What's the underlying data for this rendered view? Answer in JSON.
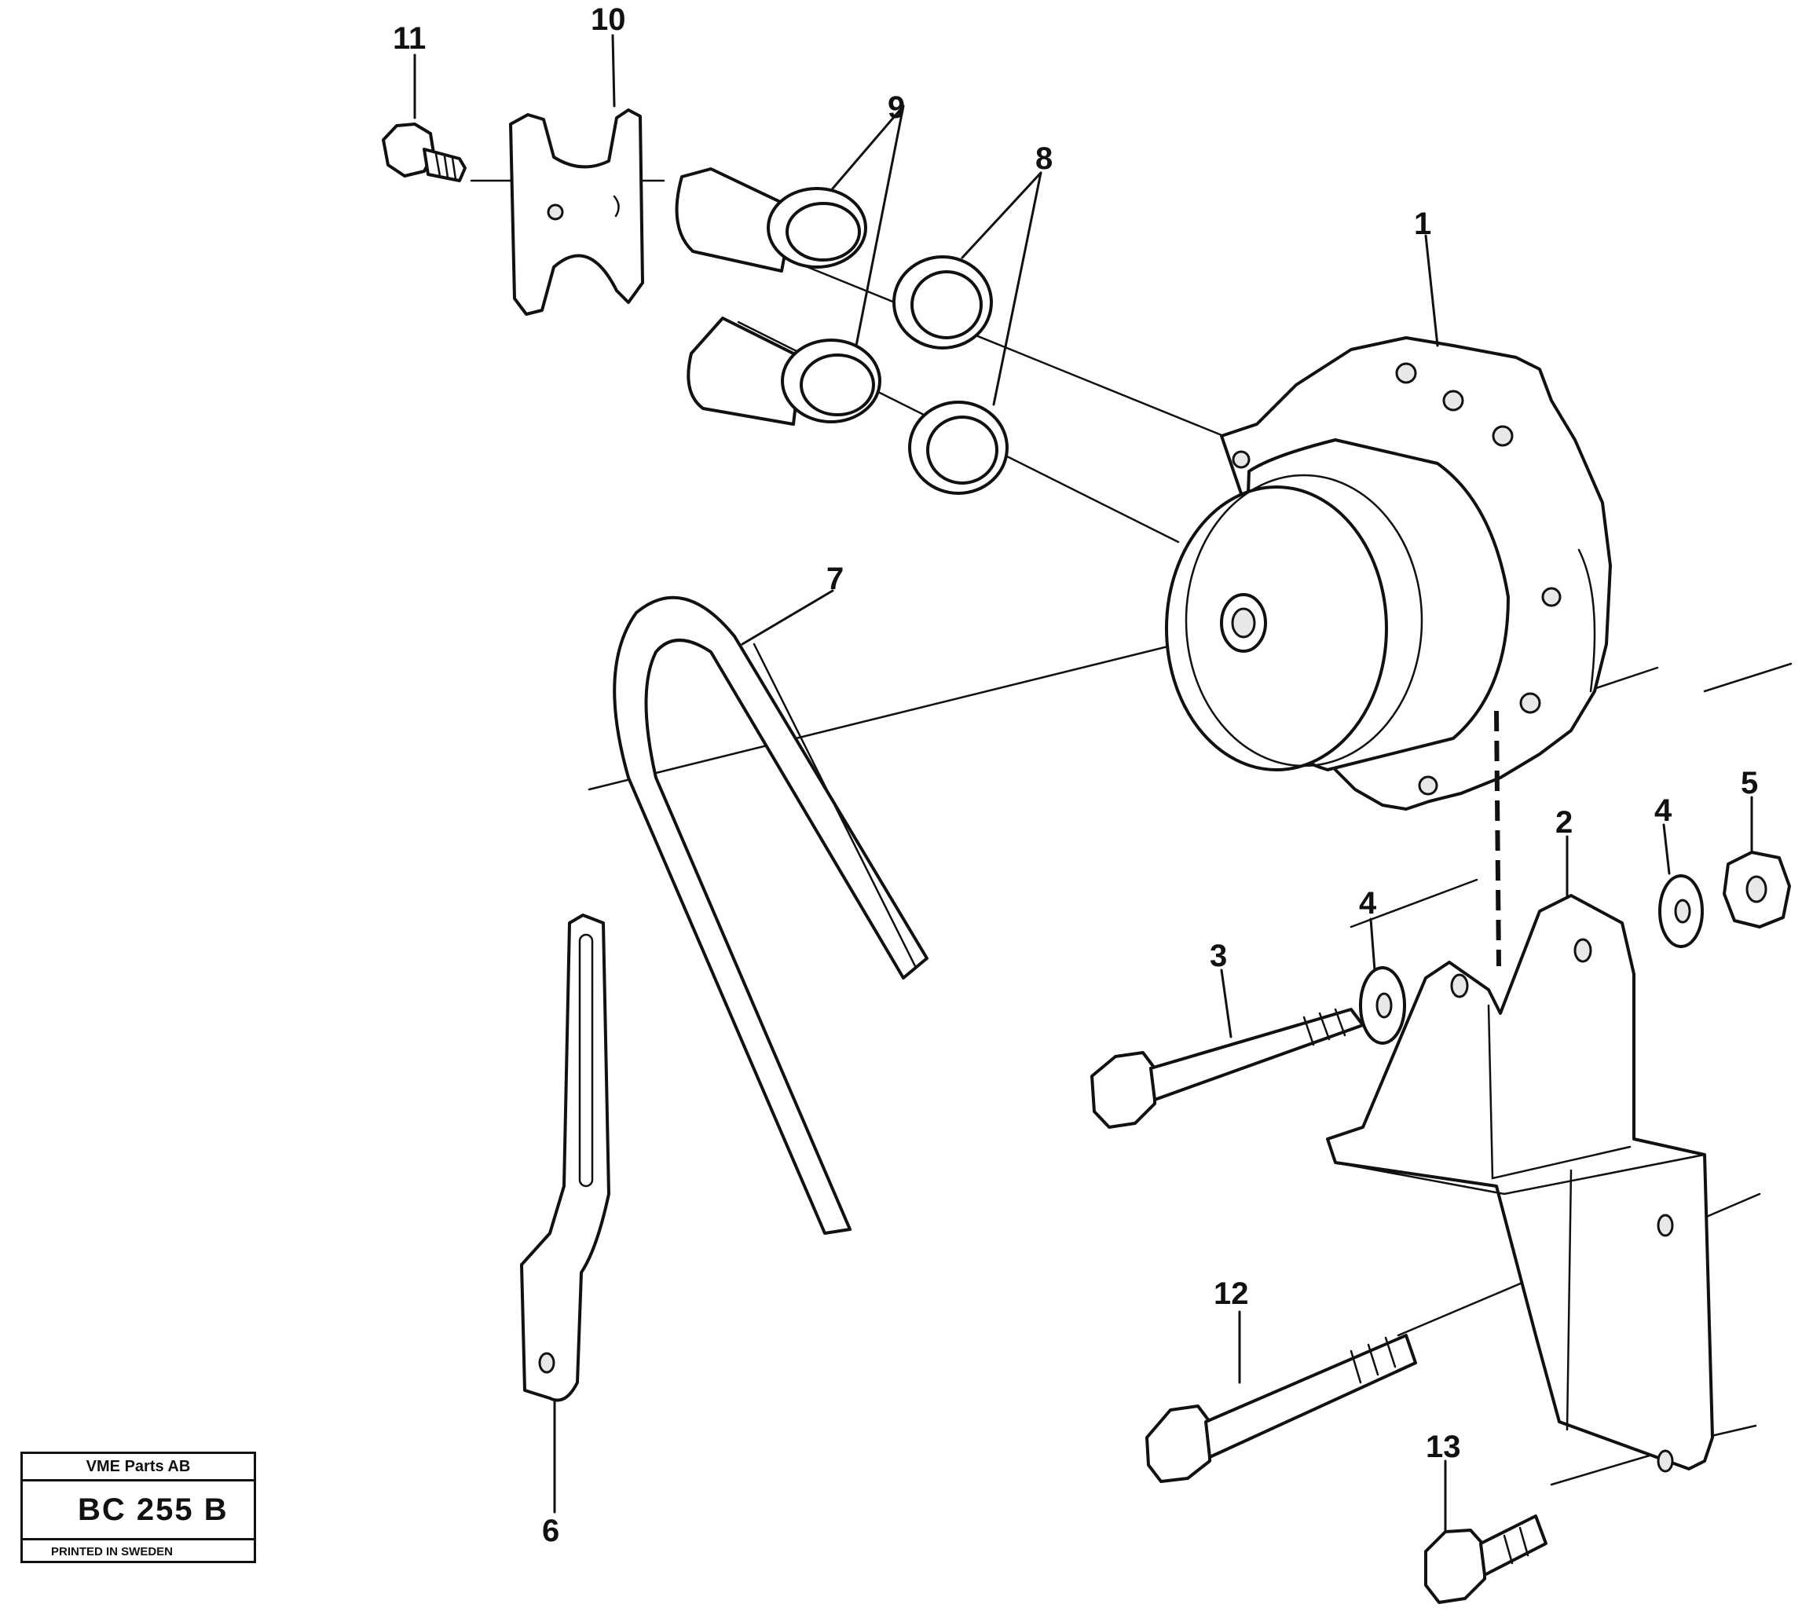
{
  "callouts": {
    "c1": "1",
    "c2": "2",
    "c3": "3",
    "c4a": "4",
    "c4b": "4",
    "c5": "5",
    "c6": "6",
    "c7": "7",
    "c8": "8",
    "c9": "9",
    "c10": "10",
    "c11": "11",
    "c12": "12",
    "c13": "13"
  },
  "stamp": {
    "company": "VME Parts AB",
    "code": "BC 255 B",
    "printed": "PRINTED IN SWEDEN"
  }
}
